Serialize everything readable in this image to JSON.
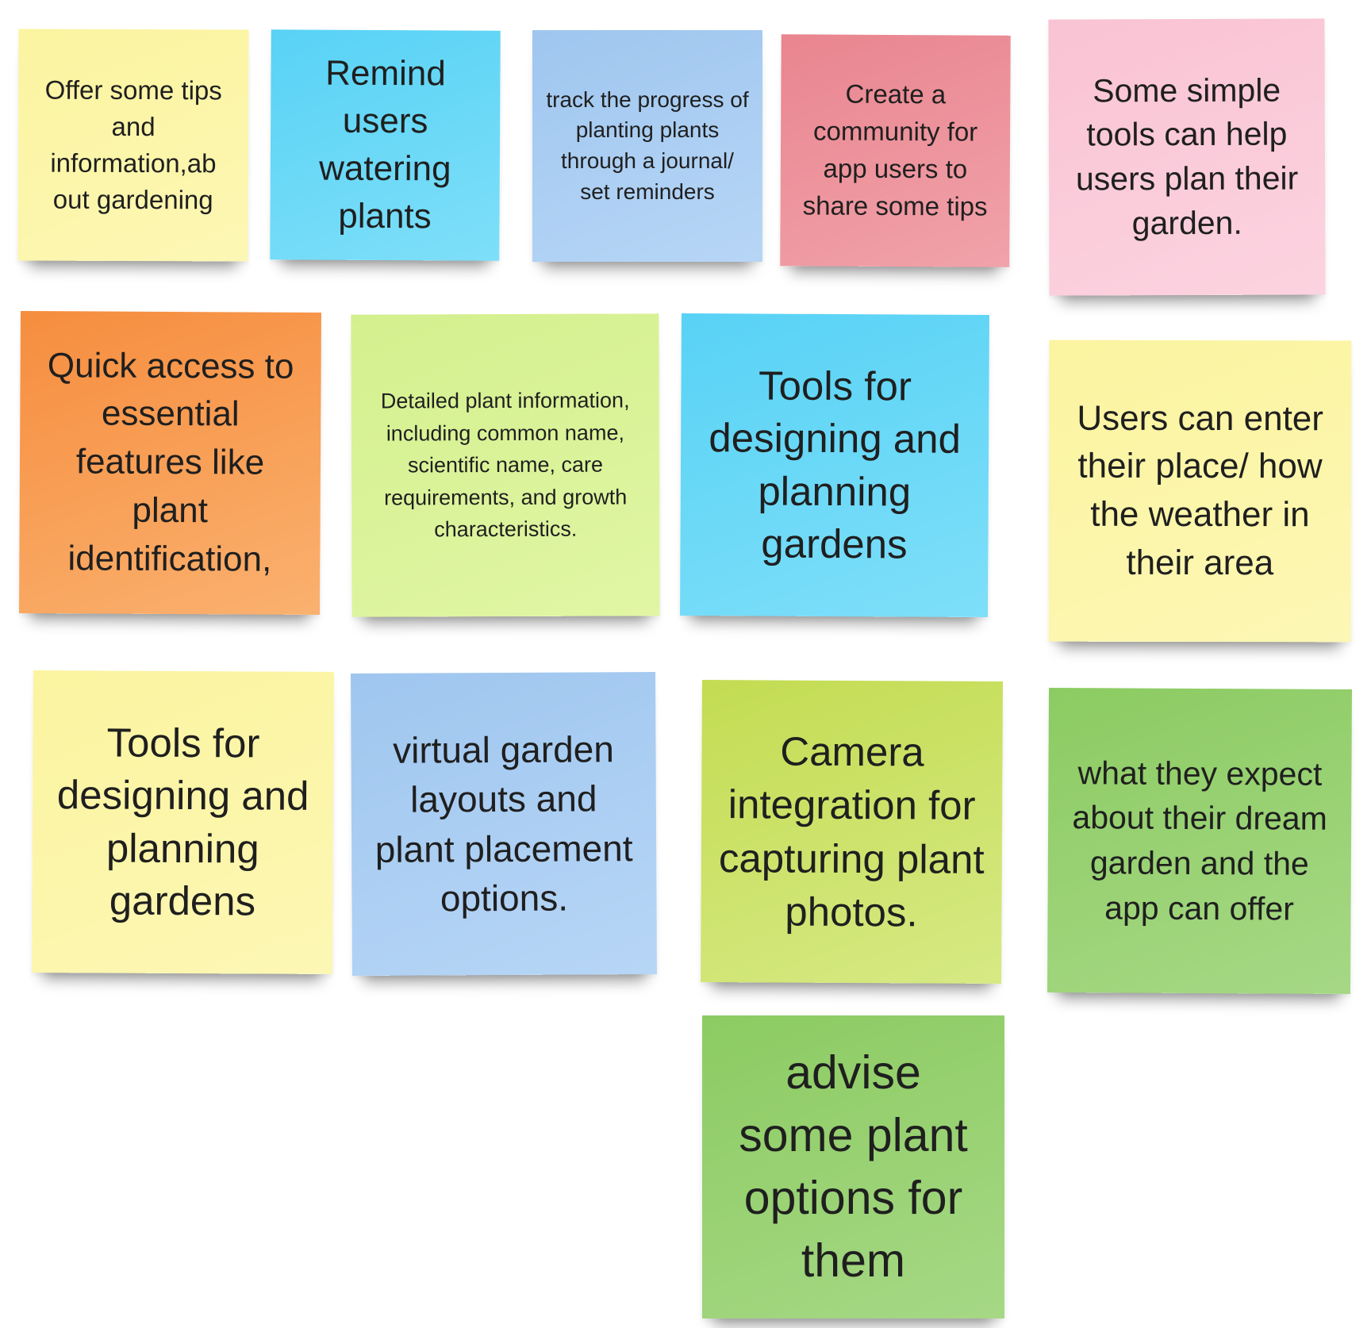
{
  "notes": [
    {
      "id": "n1",
      "color": "#fbf4a0",
      "text": "Offer some tips and information,ab out gardening"
    },
    {
      "id": "n2",
      "color": "#58d2f5",
      "text": "Remind users watering plants"
    },
    {
      "id": "n3",
      "color": "#9fc6ef",
      "text": "track the progress of planting plants through a journal/ set reminders"
    },
    {
      "id": "n4",
      "color": "#e9858f",
      "text": "Create a community for app users to share some tips"
    },
    {
      "id": "n5",
      "color": "#f9c3d3",
      "text": "Some simple tools can help users plan their garden."
    },
    {
      "id": "n6",
      "color": "#f68d3e",
      "text": "Quick access to essential features like plant identification,"
    },
    {
      "id": "n7",
      "color": "#d3f08e",
      "text": "Detailed plant information, including common name, scientific name, care requirements, and growth characteristics."
    },
    {
      "id": "n8",
      "color": "#58d2f5",
      "text": "Tools for designing and planning gardens"
    },
    {
      "id": "n9",
      "color": "#fbf4a0",
      "text": "Users can enter their place/ how the weather in their area"
    },
    {
      "id": "n10",
      "color": "#fbf4a0",
      "text": "Tools for designing and planning gardens"
    },
    {
      "id": "n11",
      "color": "#9fc6ef",
      "text": "virtual garden layouts and plant placement options."
    },
    {
      "id": "n12",
      "color": "#c3dc52",
      "text": "Camera integration for capturing plant photos."
    },
    {
      "id": "n13",
      "color": "#8ccb62",
      "text": "what they expect about their dream garden and the app can offer"
    },
    {
      "id": "n14",
      "color": "#8ccb62",
      "text": "advise some plant options for them"
    }
  ]
}
